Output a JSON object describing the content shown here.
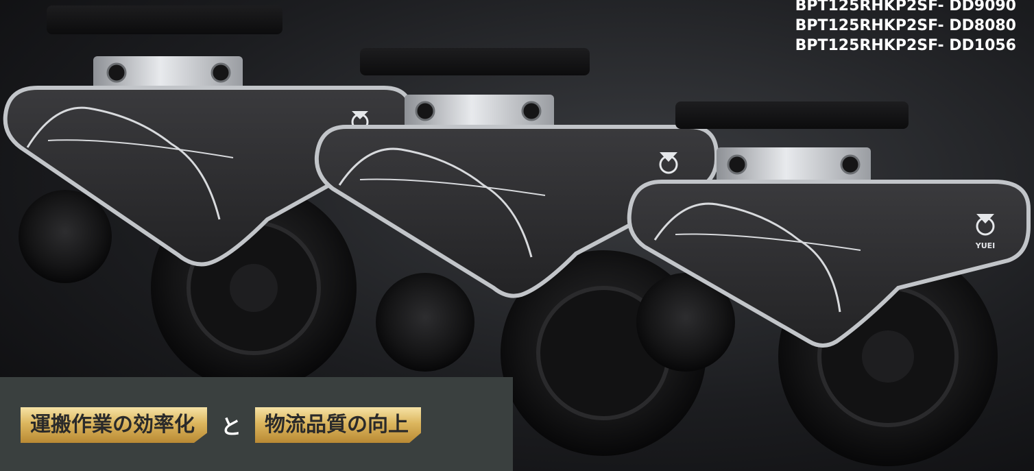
{
  "models": [
    "BPT125RHKP2SF- DD9090",
    "BPT125RHKP2SF- DD8080",
    "BPT125RHKP2SF- DD1056"
  ],
  "tagline": {
    "first": "運搬作業の効率化",
    "connector": "と",
    "second": "物流品質の向上"
  },
  "brand_mark": "YUEI",
  "colors": {
    "background": "#1c1d20",
    "panel": "#3a403f",
    "gold": "#dcb65e",
    "casing": "#2c2c2e",
    "trim": "#b9bcc0"
  }
}
